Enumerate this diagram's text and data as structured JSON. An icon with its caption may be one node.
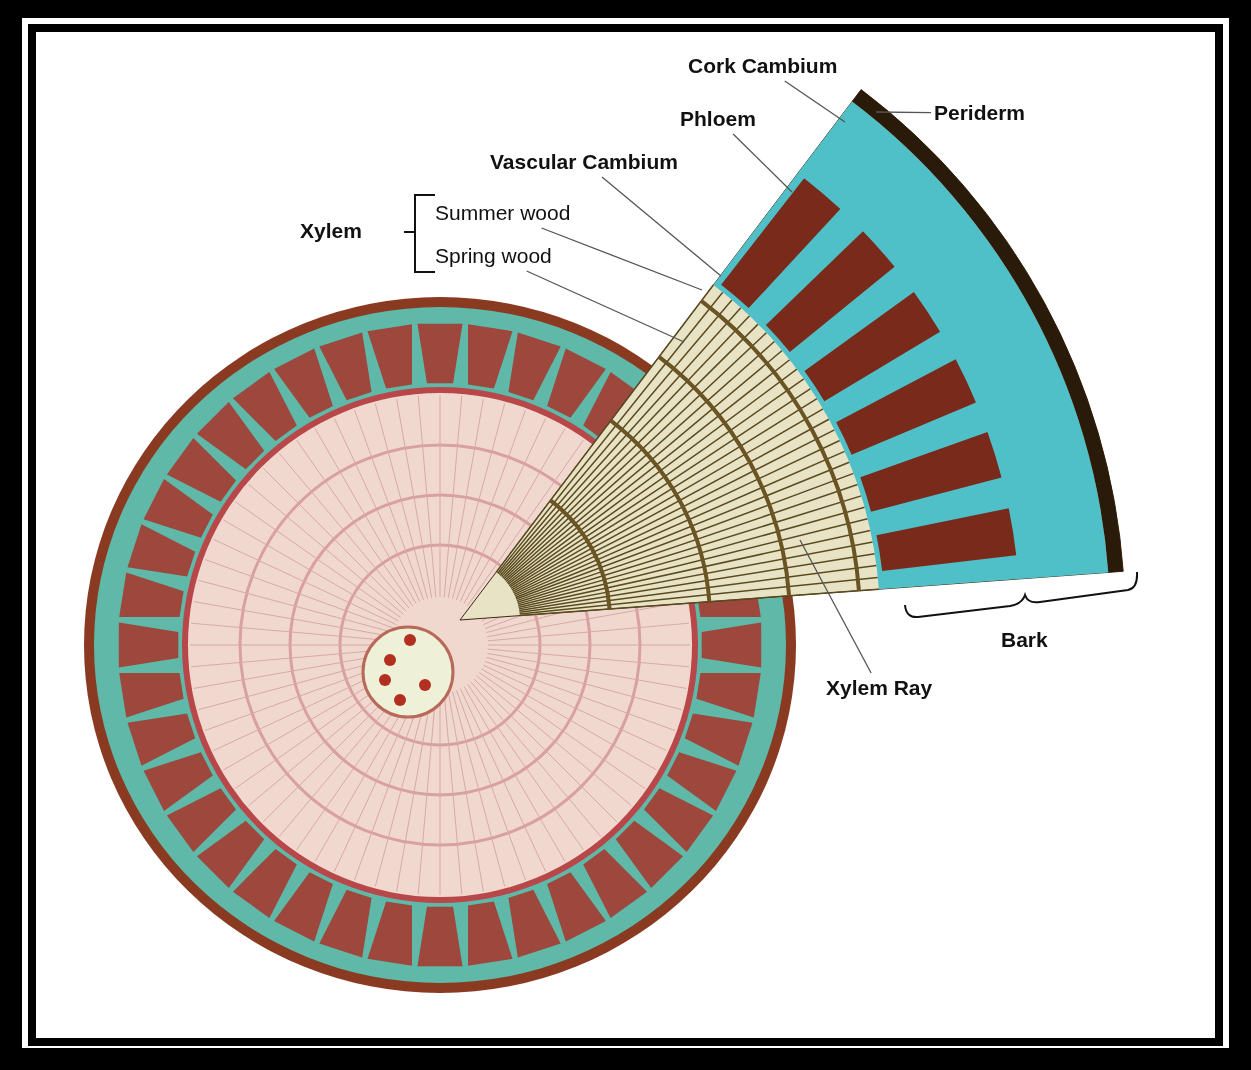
{
  "diagram": {
    "nodes": [
      {
        "text": [
          "Cork Cambium"
        ]
      },
      {
        "text": [
          "Periderm"
        ]
      },
      {
        "text": [
          "Phloem"
        ]
      },
      {
        "text": [
          "Vascular Cambium"
        ]
      },
      {
        "text": [
          "Summer wood"
        ]
      },
      {
        "text": [
          "Spring wood"
        ]
      },
      {
        "text": [
          "Xylem Ray"
        ]
      }
    ],
    "edges": [
      {
        "from": 0,
        "to": null,
        "arrow": "none"
      },
      {
        "from": 1,
        "to": null,
        "arrow": "none"
      },
      {
        "from": 2,
        "to": null,
        "arrow": "none"
      },
      {
        "from": 3,
        "to": null,
        "arrow": "none"
      },
      {
        "from": 4,
        "to": null,
        "arrow": "none"
      },
      {
        "from": 5,
        "to": null,
        "arrow": "none"
      },
      {
        "from": 6,
        "to": null,
        "arrow": "none"
      }
    ],
    "labels": [
      "Xylem",
      "Bark"
    ]
  }
}
